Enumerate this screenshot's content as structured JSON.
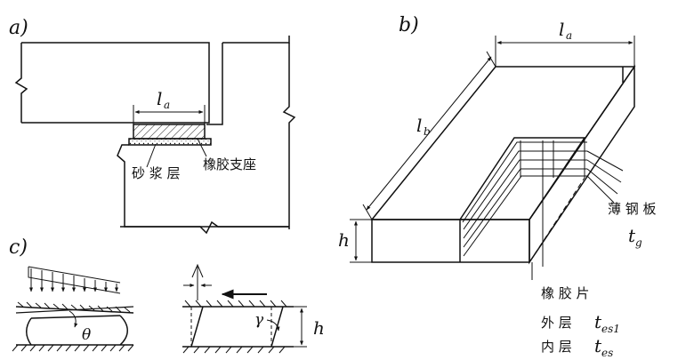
{
  "labels": {
    "a": "a)",
    "b": "b)",
    "c": "c)",
    "la_a": "l",
    "la_a_sub": "a",
    "la_b": "l",
    "la_b_sub": "a",
    "lb": "l",
    "lb_sub": "b",
    "h_b": "h",
    "h_c": "h",
    "mortar": "砂 浆 层",
    "bearing": "橡胶支座",
    "steel": "薄 钢 板",
    "tg": "t",
    "tg_sub": "g",
    "rubber": "橡 胶 片",
    "outer": "外 层",
    "inner": "内 层",
    "tes1": "t",
    "tes1_sub": "es1",
    "tes": "t",
    "tes_sub": "es",
    "theta": "θ",
    "gamma": "γ"
  },
  "colors": {
    "ink": "#111111",
    "background": "#ffffff"
  }
}
